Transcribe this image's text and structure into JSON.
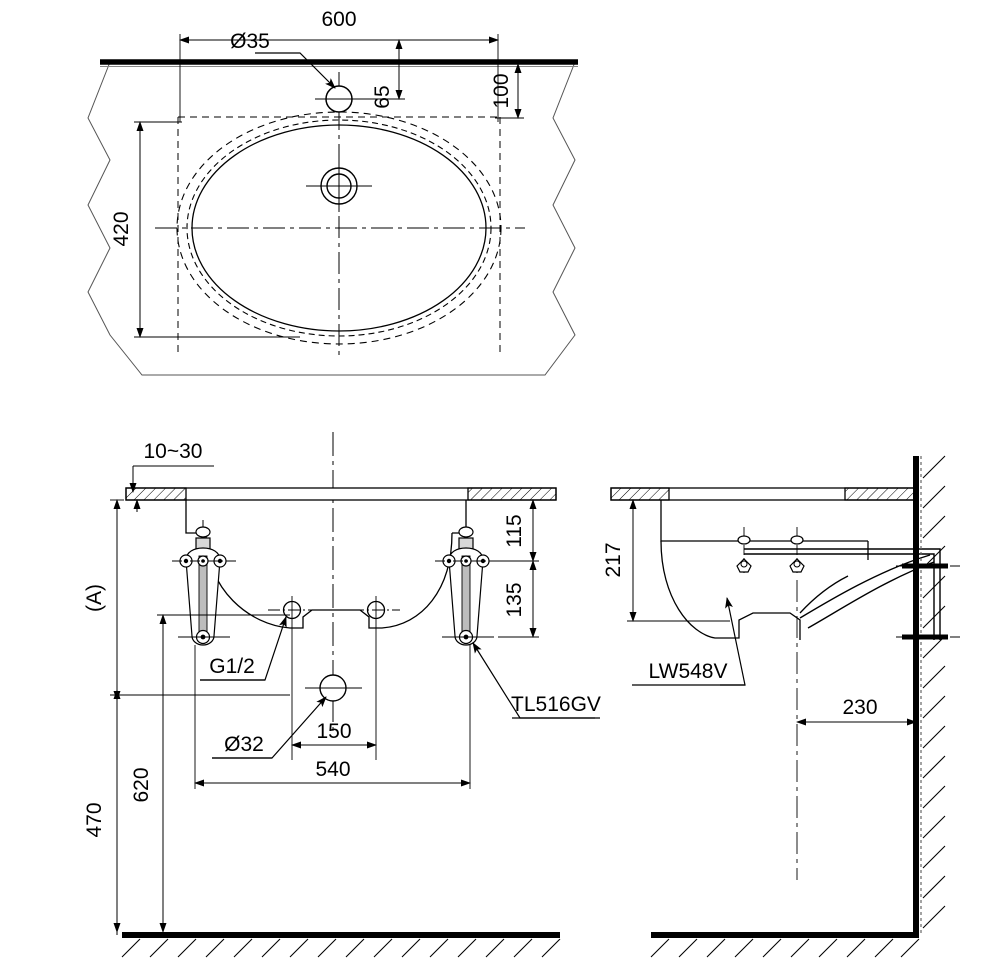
{
  "drawing": {
    "type": "technical-drawing",
    "subject": "Undercounter wash basin installation drawing",
    "units": "mm",
    "views": [
      {
        "id": "top",
        "name": "top-view"
      },
      {
        "id": "front",
        "name": "front-elevation-view"
      },
      {
        "id": "side",
        "name": "side-section-view"
      }
    ]
  },
  "top_view": {
    "dimensions": {
      "width_overall": "600",
      "tap_hole_dia": "Ø35",
      "tap_hole_offset": "65",
      "front_edge_offset": "100",
      "bowl_depth": "420"
    }
  },
  "front_view": {
    "dimensions": {
      "counter_thickness": "10~30",
      "valve_height_upper": "115",
      "valve_height_lower": "135",
      "total_height_label": "(A)",
      "drain_height": "620",
      "valve_height": "470",
      "hole_spacing": "150",
      "valve_spacing": "540",
      "drain_dia": "Ø32",
      "supply_thread": "G1/2"
    },
    "labels": {
      "supply_fitting": "TL516GV"
    }
  },
  "side_view": {
    "dimensions": {
      "bowl_depth_vertical": "217",
      "projection_from_wall": "230"
    },
    "labels": {
      "basin_model": "LW548V"
    }
  },
  "colors": {
    "line": "#000000",
    "thin_line": "#1a1a1a",
    "background": "#ffffff"
  }
}
